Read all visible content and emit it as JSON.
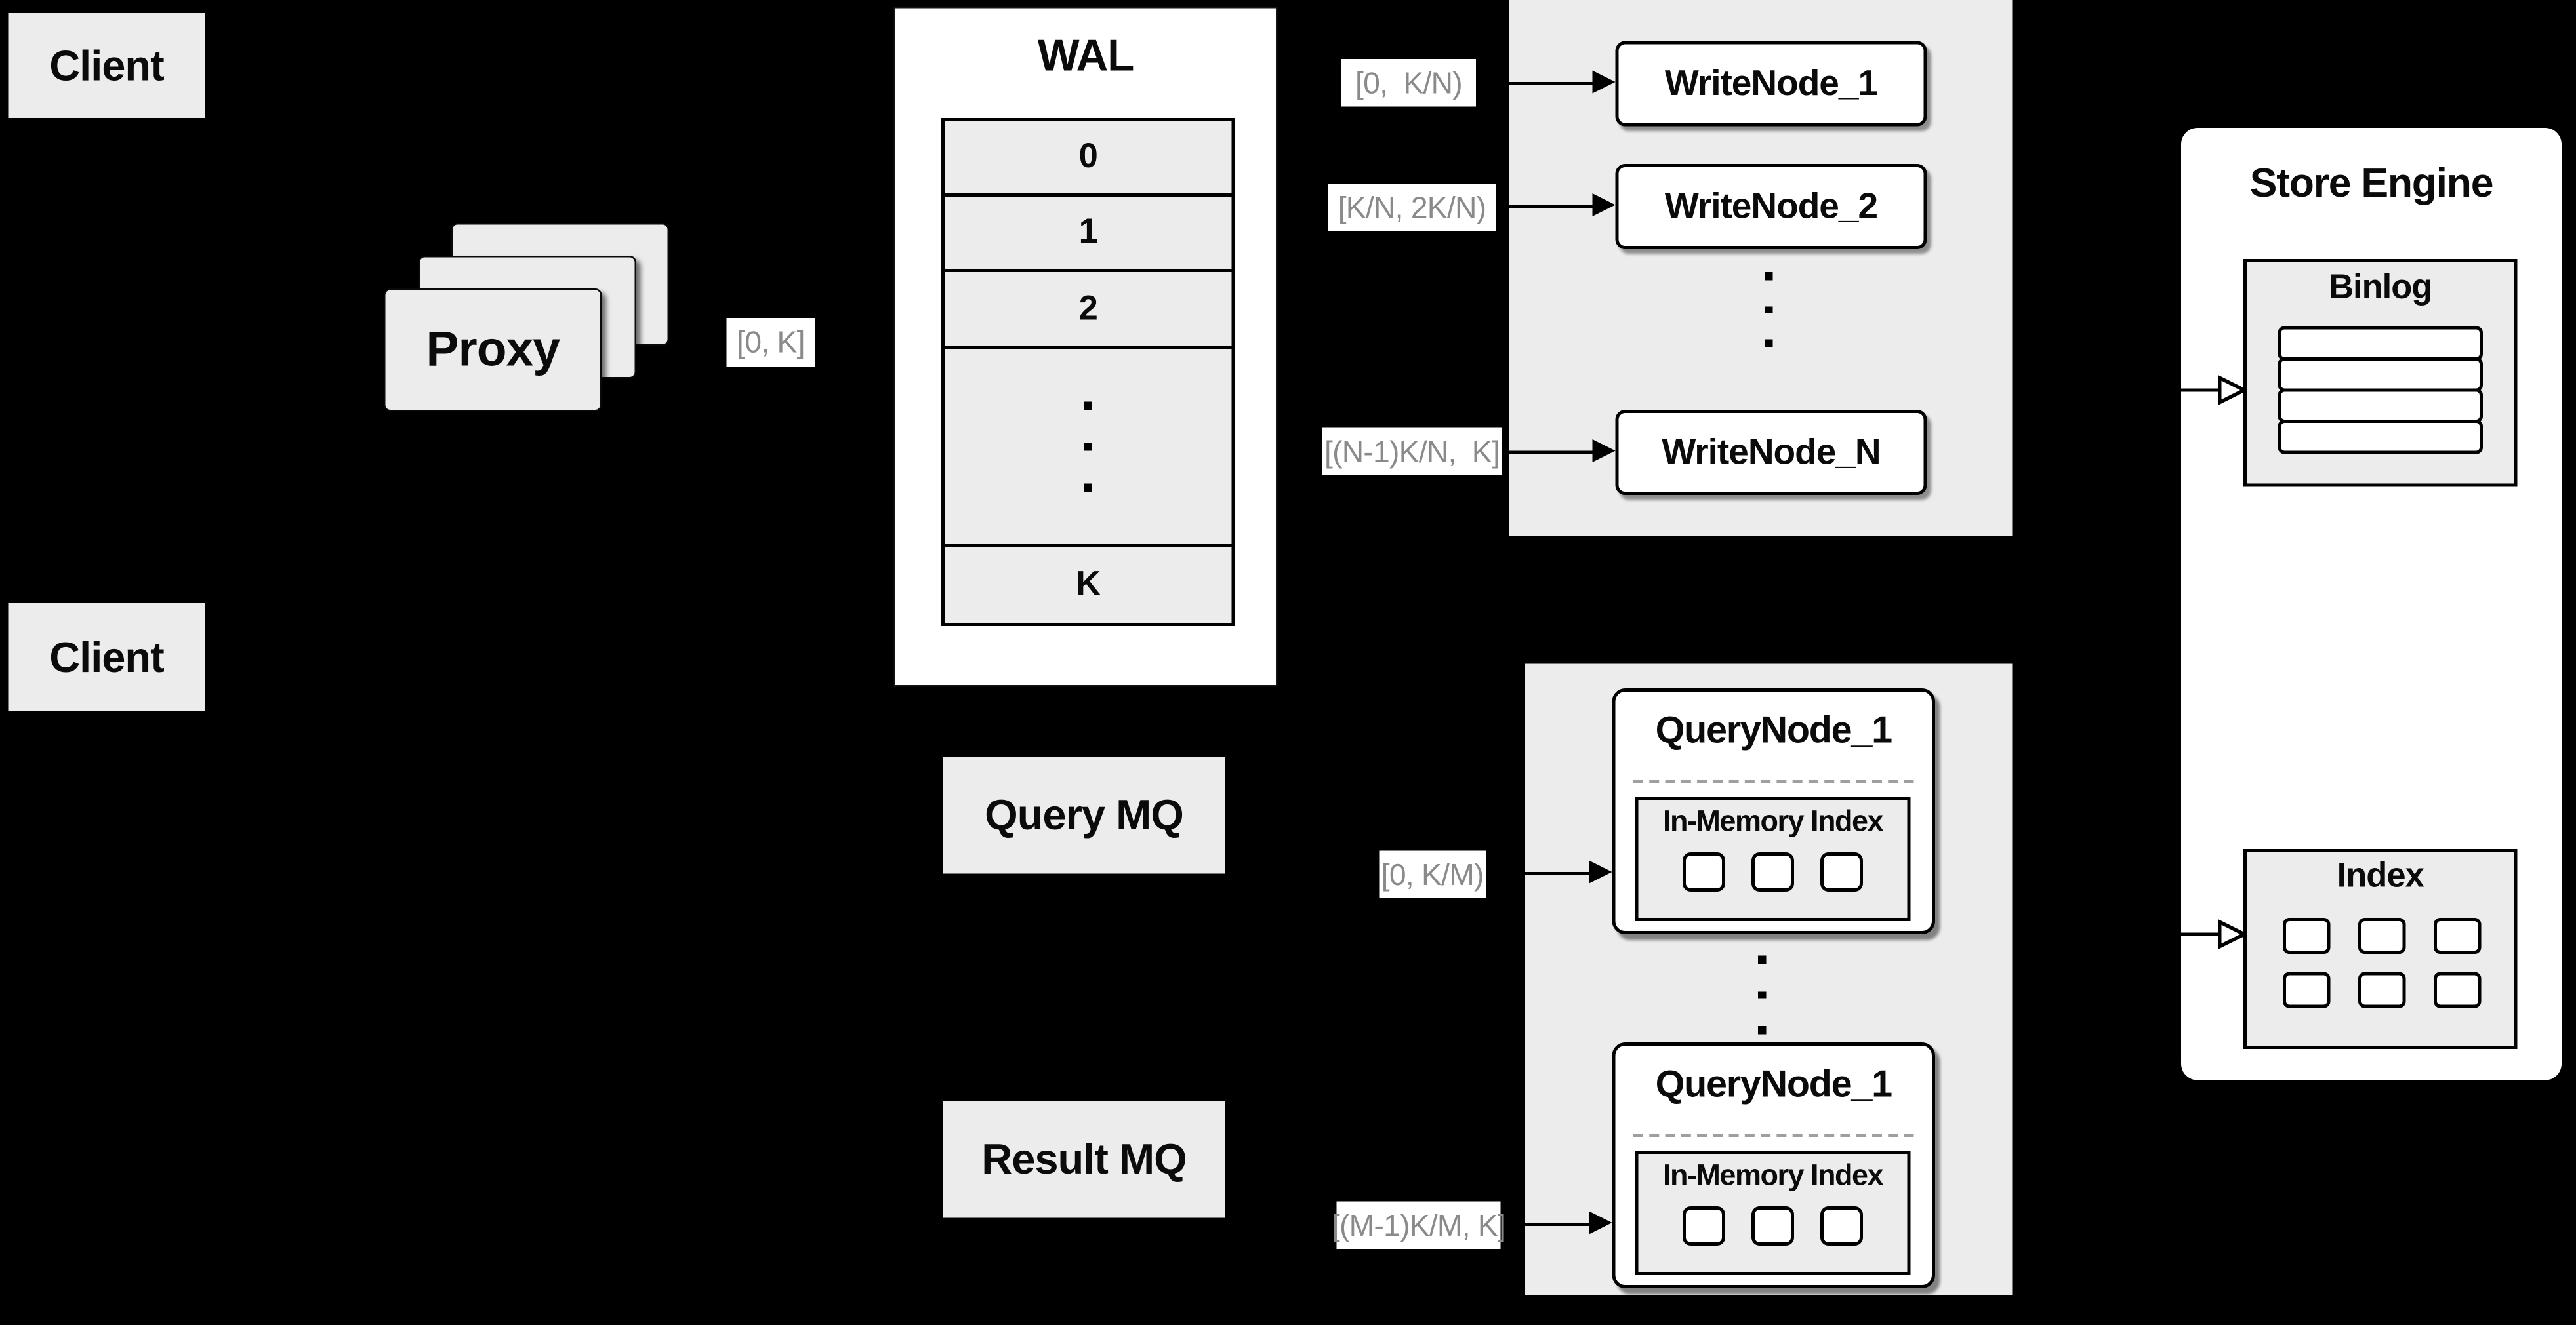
{
  "colors": {
    "background": "#000000",
    "panel_gray": "#ececec",
    "box_white": "#ffffff",
    "border_black": "#000000",
    "range_text_gray": "#8a8a8a"
  },
  "clients": {
    "top_label": "Client",
    "bottom_label": "Client"
  },
  "proxy": {
    "label": "Proxy",
    "range_label": "[0, K]"
  },
  "wal": {
    "title": "WAL",
    "segments": [
      "0",
      "1",
      "2"
    ],
    "last_segment": "K"
  },
  "write_nodes": {
    "node_1": {
      "label": "WriteNode_1",
      "range": "[0,  K/N)"
    },
    "node_2": {
      "label": "WriteNode_2",
      "range": "[K/N, 2K/N)"
    },
    "node_n": {
      "label": "WriteNode_N",
      "range": "[(N-1)K/N,  K]"
    }
  },
  "message_queues": {
    "query": "Query MQ",
    "result": "Result MQ"
  },
  "query_nodes": {
    "node_1": {
      "title": "QueryNode_1",
      "inner_title": "In-Memory Index",
      "range": "[0, K/M)"
    },
    "node_2": {
      "title": "QueryNode_1",
      "inner_title": "In-Memory Index",
      "range": "[(M-1)K/M, K]"
    }
  },
  "store_engine": {
    "title": "Store Engine",
    "binlog_title": "Binlog",
    "index_title": "Index"
  }
}
